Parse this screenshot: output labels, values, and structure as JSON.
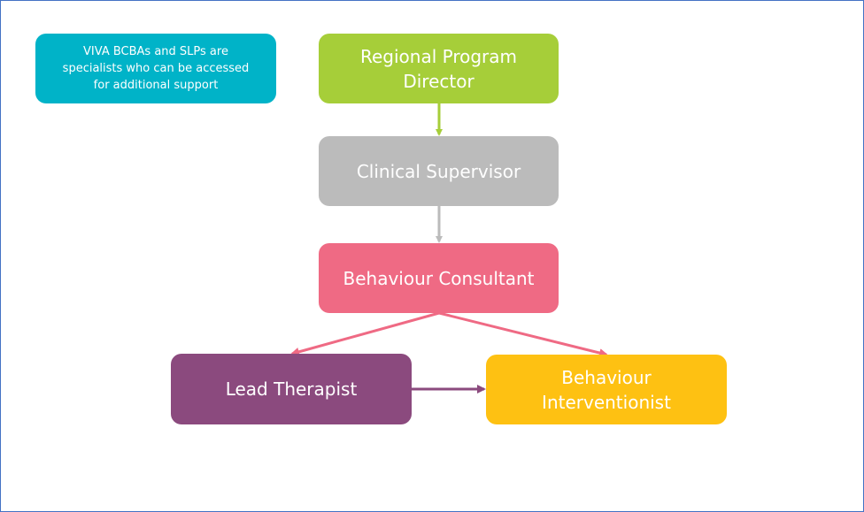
{
  "diagram": {
    "note": {
      "text": "VIVA BCBAs and SLPs are\nspecialists who can be accessed\nfor additional support",
      "color": "#00b3c8"
    },
    "nodes": [
      {
        "id": "rpd",
        "label": "Regional Program\nDirector",
        "color": "#a6ce39"
      },
      {
        "id": "cs",
        "label": "Clinical Supervisor",
        "color": "#bbbbbb"
      },
      {
        "id": "bc",
        "label": "Behaviour Consultant",
        "color": "#ef6a84"
      },
      {
        "id": "lt",
        "label": "Lead Therapist",
        "color": "#8b4a7e"
      },
      {
        "id": "bi",
        "label": "Behaviour\nInterventionist",
        "color": "#fec112"
      }
    ],
    "edges": [
      {
        "from": "rpd",
        "to": "cs",
        "color": "#a6ce39"
      },
      {
        "from": "cs",
        "to": "bc",
        "color": "#bbbbbb"
      },
      {
        "from": "bc",
        "to": "lt",
        "color": "#ef6a84"
      },
      {
        "from": "bc",
        "to": "bi",
        "color": "#ef6a84"
      },
      {
        "from": "lt",
        "to": "bi",
        "color": "#8b4a7e"
      }
    ]
  }
}
